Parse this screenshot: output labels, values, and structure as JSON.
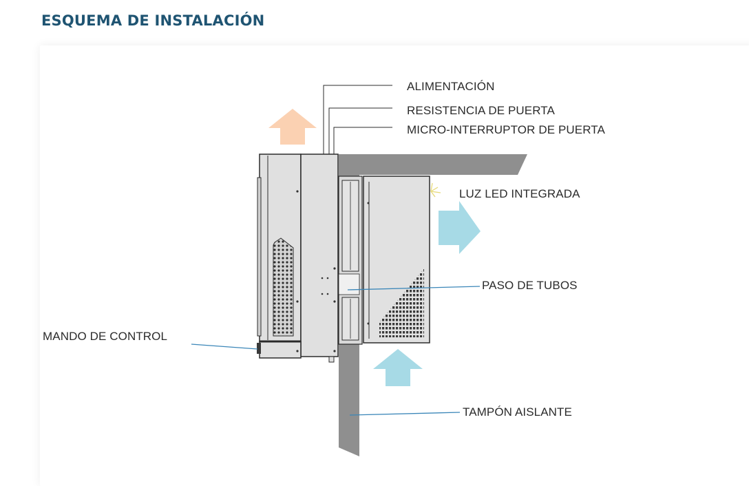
{
  "heading": "ESQUEMA DE INSTALACIÓN",
  "labels": {
    "alimentacion": "ALIMENTACIÓN",
    "resistencia": "RESISTENCIA DE PUERTA",
    "micro": "MICRO-INTERRUPTOR DE PUERTA",
    "luz_led": "LUZ LED INTEGRADA",
    "paso_tubos": "PASO DE TUBOS",
    "mando": "MANDO DE CONTROL",
    "tampon": "TAMPÓN AISLANTE"
  },
  "colors": {
    "heading": "#1f5472",
    "hot_air_arrow": "#fbd1b2",
    "cold_air_arrow": "#a7dae6",
    "leader_line_blue": "#3a86b8",
    "leader_line_black": "#2b2b2b",
    "wall": "#8f8f8f",
    "unit_body": "#e0e0e0"
  },
  "icons": [
    "hot-air-up-arrow-icon",
    "cold-air-right-arrow-icon",
    "cold-air-up-arrow-icon",
    "led-glow-icon"
  ]
}
